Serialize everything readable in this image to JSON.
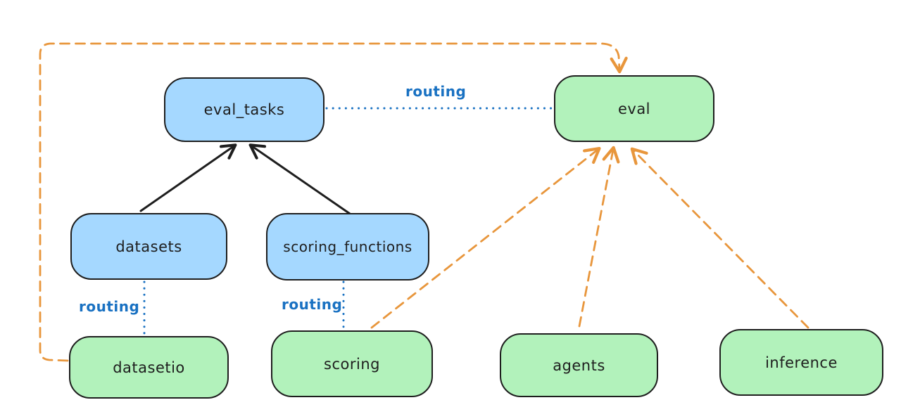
{
  "diagram": {
    "style": "hand-drawn flowchart",
    "background": "#ffffff"
  },
  "colors": {
    "blue_node_fill": "#a5d8ff",
    "green_node_fill": "#b2f2bb",
    "node_stroke": "#1e1e1e",
    "solid_arrow": "#1e1e1e",
    "routing_blue": "#1971c2",
    "dashed_orange": "#e8963c"
  },
  "nodes": {
    "eval_tasks": {
      "label": "eval_tasks",
      "fill": "blue"
    },
    "eval": {
      "label": "eval",
      "fill": "green"
    },
    "datasets": {
      "label": "datasets",
      "fill": "blue"
    },
    "scoring_functions": {
      "label": "scoring_functions",
      "fill": "blue"
    },
    "datasetio": {
      "label": "datasetio",
      "fill": "green"
    },
    "scoring": {
      "label": "scoring",
      "fill": "green"
    },
    "agents": {
      "label": "agents",
      "fill": "green"
    },
    "inference": {
      "label": "inference",
      "fill": "green"
    }
  },
  "edges": [
    {
      "from": "datasets",
      "to": "eval_tasks",
      "style": "solid-arrow",
      "color": "black",
      "label": ""
    },
    {
      "from": "scoring_functions",
      "to": "eval_tasks",
      "style": "solid-arrow",
      "color": "black",
      "label": ""
    },
    {
      "from": "eval_tasks",
      "to": "eval",
      "style": "dotted-line",
      "color": "blue",
      "label": "routing"
    },
    {
      "from": "datasets",
      "to": "datasetio",
      "style": "dotted-line",
      "color": "blue",
      "label": "routing"
    },
    {
      "from": "scoring_functions",
      "to": "scoring",
      "style": "dotted-line",
      "color": "blue",
      "label": "routing"
    },
    {
      "from": "datasetio",
      "to": "eval",
      "style": "dashed-arrow",
      "color": "orange",
      "label": ""
    },
    {
      "from": "scoring",
      "to": "eval",
      "style": "dashed-arrow",
      "color": "orange",
      "label": ""
    },
    {
      "from": "agents",
      "to": "eval",
      "style": "dashed-arrow",
      "color": "orange",
      "label": ""
    },
    {
      "from": "inference",
      "to": "eval",
      "style": "dashed-arrow",
      "color": "orange",
      "label": ""
    }
  ]
}
